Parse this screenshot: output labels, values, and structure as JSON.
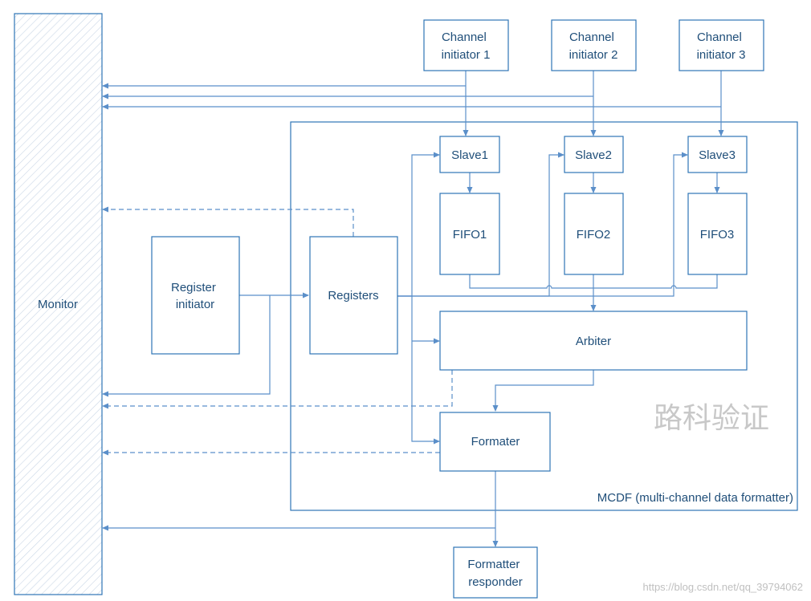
{
  "blocks": {
    "monitor": "Monitor",
    "channel_initiator_1": [
      "Channel",
      "initiator 1"
    ],
    "channel_initiator_2": [
      "Channel",
      "initiator 2"
    ],
    "channel_initiator_3": [
      "Channel",
      "initiator 3"
    ],
    "slave1": "Slave1",
    "slave2": "Slave2",
    "slave3": "Slave3",
    "fifo1": "FIFO1",
    "fifo2": "FIFO2",
    "fifo3": "FIFO3",
    "register_initiator": [
      "Register",
      "initiator"
    ],
    "registers": "Registers",
    "arbiter": "Arbiter",
    "formater": "Formater",
    "formatter_responder": [
      "Formatter",
      "responder"
    ]
  },
  "mcdf_label": "MCDF (multi-channel data formatter)",
  "watermark": "路科验证",
  "source_url": "https://blog.csdn.net/qq_39794062",
  "colors": {
    "box_stroke": "#2e75b6",
    "line": "#5b8fc9",
    "text": "#1f4e79",
    "hatch": "#c9d6e6"
  }
}
